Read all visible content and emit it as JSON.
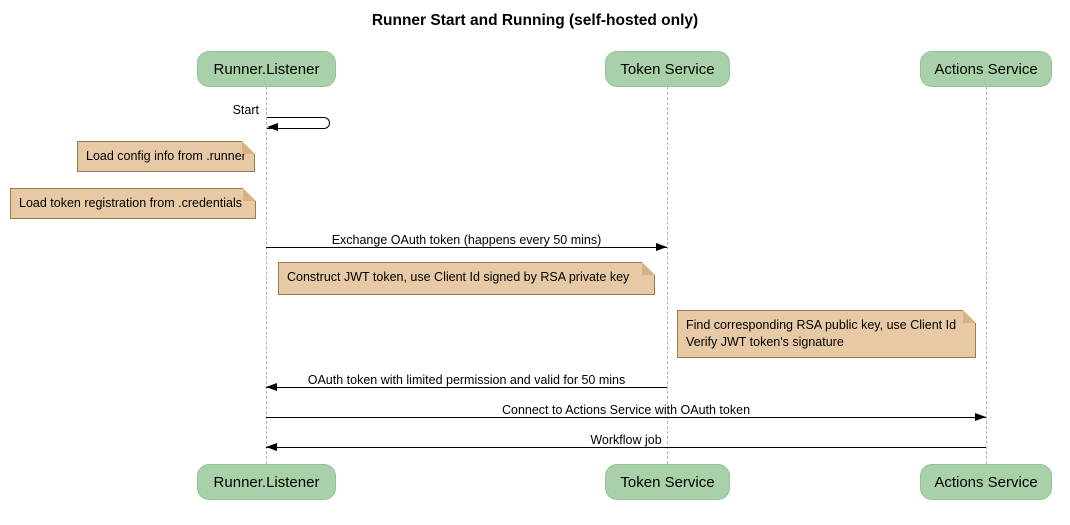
{
  "diagram": {
    "title": "Runner Start and Running (self-hosted only)",
    "type": "sequence"
  },
  "participants": [
    {
      "name": "Runner.Listener"
    },
    {
      "name": "Token Service"
    },
    {
      "name": "Actions Service"
    }
  ],
  "messages": [
    {
      "from": "Runner.Listener",
      "to": "Runner.Listener",
      "label": "Start",
      "kind": "self"
    },
    {
      "from": "Runner.Listener",
      "to": "Token Service",
      "label": "Exchange OAuth token (happens every 50 mins)",
      "kind": "solid-arrow"
    },
    {
      "from": "Token Service",
      "to": "Runner.Listener",
      "label": "OAuth token with limited permission and valid for 50 mins",
      "kind": "solid-arrow"
    },
    {
      "from": "Runner.Listener",
      "to": "Actions Service",
      "label": "Connect to Actions Service with OAuth token",
      "kind": "solid-arrow"
    },
    {
      "from": "Actions Service",
      "to": "Runner.Listener",
      "label": "Workflow job",
      "kind": "solid-arrow"
    }
  ],
  "notes": [
    {
      "over": "Runner.Listener",
      "text": "Load config info from .runner"
    },
    {
      "over": "Runner.Listener",
      "text": "Load token registration from .credentials"
    },
    {
      "over": "Token Service",
      "text": "Construct JWT token, use Client Id signed by RSA private key"
    },
    {
      "over": "Actions Service",
      "text": "Find corresponding RSA public key, use Client Id\nVerify JWT token's signature"
    }
  ],
  "colors": {
    "background": "#ffffff",
    "text": "#000000",
    "line": "#000000",
    "lifeline": "#b3b3b3",
    "participant_fill": "#a9d1a9",
    "participant_border": "#94c296",
    "note_fill": "#e8c9a6",
    "note_border": "#9a7b50",
    "note_fold": "#d9b183"
  }
}
